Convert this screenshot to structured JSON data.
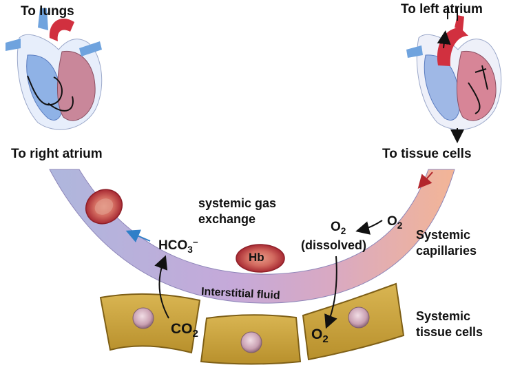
{
  "heart_left": {
    "top_label": "To lungs",
    "bottom_label": "To right atrium"
  },
  "heart_right": {
    "top_label": "To left atrium",
    "bottom_label": "To tissue cells"
  },
  "capillary": {
    "exchange_label_line1": "systemic gas",
    "exchange_label_line2": "exchange",
    "hemoglobin": "Hb",
    "region_label_line1": "Systemic",
    "region_label_line2": "capillaries"
  },
  "chemistry": {
    "bicarbonate_base": "HCO",
    "bicarbonate_sub": "3",
    "bicarbonate_sup": "−",
    "oxygen_dissolved_base": "O",
    "oxygen_dissolved_sub": "2",
    "dissolved_note": "(dissolved)",
    "oxygen_incoming_base": "O",
    "oxygen_incoming_sub": "2",
    "carbon_dioxide_base": "CO",
    "carbon_dioxide_sub": "2",
    "oxygen_cell_base": "O",
    "oxygen_cell_sub": "2"
  },
  "tissue": {
    "interstitial_label": "Interstitial fluid",
    "cells_label_line1": "Systemic",
    "cells_label_line2": "tissue cells"
  },
  "colors": {
    "capillary_venous": "#b7aed8",
    "capillary_arterial": "#f2a98c",
    "rbc_fill": "#b8323a",
    "rbc_center": "#d87b70",
    "tissue_cell": "#c9a43d",
    "tissue_cell_edge": "#8a6a1c",
    "nucleus": "#d9b7c3",
    "arrow_blue": "#2f7fc8",
    "arrow_red": "#b3262c"
  }
}
